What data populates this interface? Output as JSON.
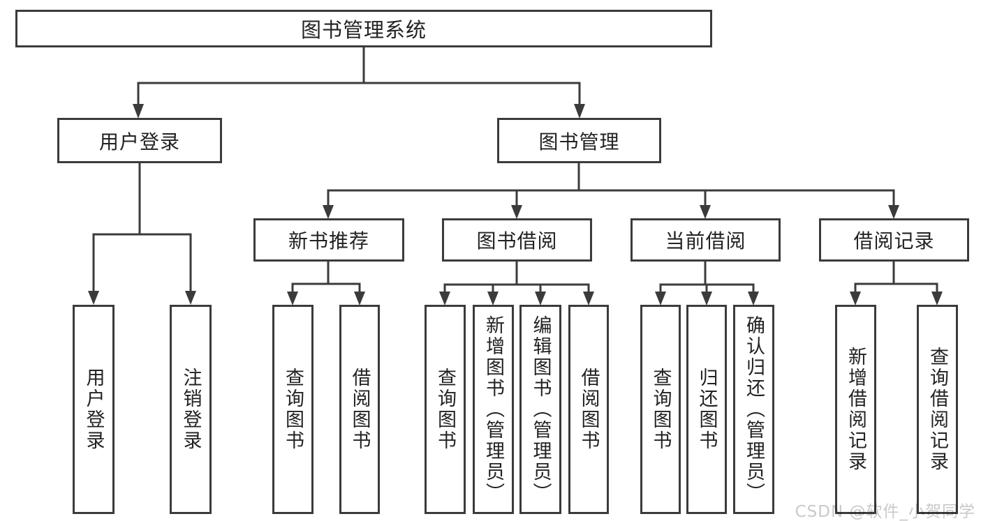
{
  "tree": {
    "root": {
      "label": "图书管理系统"
    },
    "level1": [
      {
        "label": "用户登录"
      },
      {
        "label": "图书管理"
      }
    ],
    "level2": [
      {
        "label": "新书推荐"
      },
      {
        "label": "图书借阅"
      },
      {
        "label": "当前借阅"
      },
      {
        "label": "借阅记录"
      }
    ],
    "leaves": {
      "userLogin": [
        {
          "label": "用户登录"
        },
        {
          "label": "注销登录"
        }
      ],
      "newBook": [
        {
          "label": "查询图书"
        },
        {
          "label": "借阅图书"
        }
      ],
      "bookBorrow": [
        {
          "label": "查询图书"
        },
        {
          "label": "新增图书（管理员）"
        },
        {
          "label": "编辑图书（管理员）"
        },
        {
          "label": "借阅图书"
        }
      ],
      "currentBorrow": [
        {
          "label": "查询图书"
        },
        {
          "label": "归还图书"
        },
        {
          "label": "确认归还（管理员）"
        }
      ],
      "borrowRecords": [
        {
          "label": "新增借阅记录"
        },
        {
          "label": "查询借阅记录"
        }
      ]
    }
  },
  "watermark": {
    "text": "CSDN @软件_小贺同学"
  },
  "colors": {
    "line": "#3b3b3b",
    "text": "#222222",
    "watermark": "#c9c9c9",
    "background": "#ffffff"
  }
}
